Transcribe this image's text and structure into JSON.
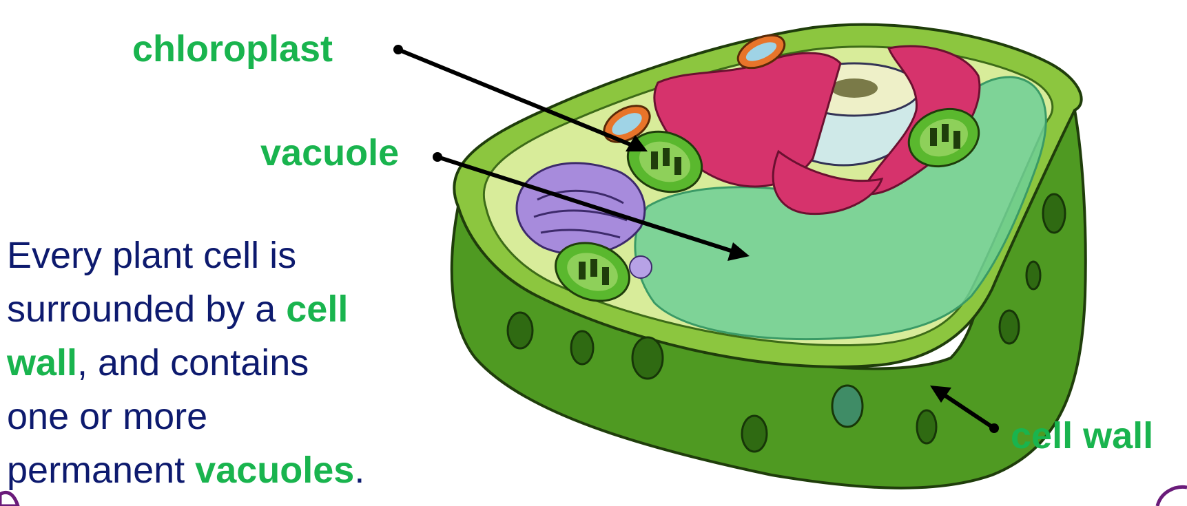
{
  "labels": {
    "chloroplast": "chloroplast",
    "vacuole": "vacuole",
    "cell_wall": "cell wall"
  },
  "body_text": {
    "line1": "Every plant cell is",
    "line2_a": "surrounded by a ",
    "line2_b": "cell",
    "line3_a": "wall",
    "line3_b": ", and contains",
    "line4": "one or more",
    "line5_a": "permanent ",
    "line5_b": "vacuoles",
    "line5_c": "."
  },
  "colors": {
    "label_green": "#19b44e",
    "text_navy": "#0d1a6e",
    "cell_wall_dark": "#4f9a22",
    "cell_wall_light": "#8cc63f",
    "cytoplasm": "#d8ec9a",
    "vacuole": "#6fcf97",
    "rough_er": "#d6336c",
    "golgi": "#a78bdc",
    "mitochondrion": "#e8742a",
    "chloroplast": "#5ab82e"
  }
}
